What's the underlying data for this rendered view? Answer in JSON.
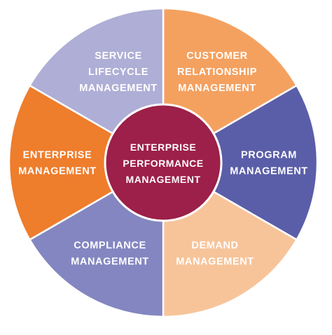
{
  "center": {
    "lines": [
      "ENTERPRISE",
      "PERFORMANCE",
      "MANAGEMENT"
    ],
    "color": "#9c2049"
  },
  "segments": [
    {
      "id": "customer-relationship-management",
      "lines": [
        "CUSTOMER",
        "RELATIONSHIP",
        "MANAGEMENT"
      ],
      "color": "#f4a160"
    },
    {
      "id": "program-management",
      "lines": [
        "PROGRAM",
        "MANAGEMENT"
      ],
      "color": "#5a5ea8"
    },
    {
      "id": "demand-management",
      "lines": [
        "DEMAND",
        "MANAGEMENT"
      ],
      "color": "#f7c49a"
    },
    {
      "id": "compliance-management",
      "lines": [
        "COMPLIANCE",
        "MANAGEMENT"
      ],
      "color": "#8386c0"
    },
    {
      "id": "enterprise-management",
      "lines": [
        "ENTERPRISE",
        "MANAGEMENT"
      ],
      "color": "#ee7d2c"
    },
    {
      "id": "service-lifecycle-management",
      "lines": [
        "SERVICE",
        "LIFECYCLE",
        "MANAGEMENT"
      ],
      "color": "#aeaed6"
    }
  ],
  "divider_color": "#ffffff"
}
